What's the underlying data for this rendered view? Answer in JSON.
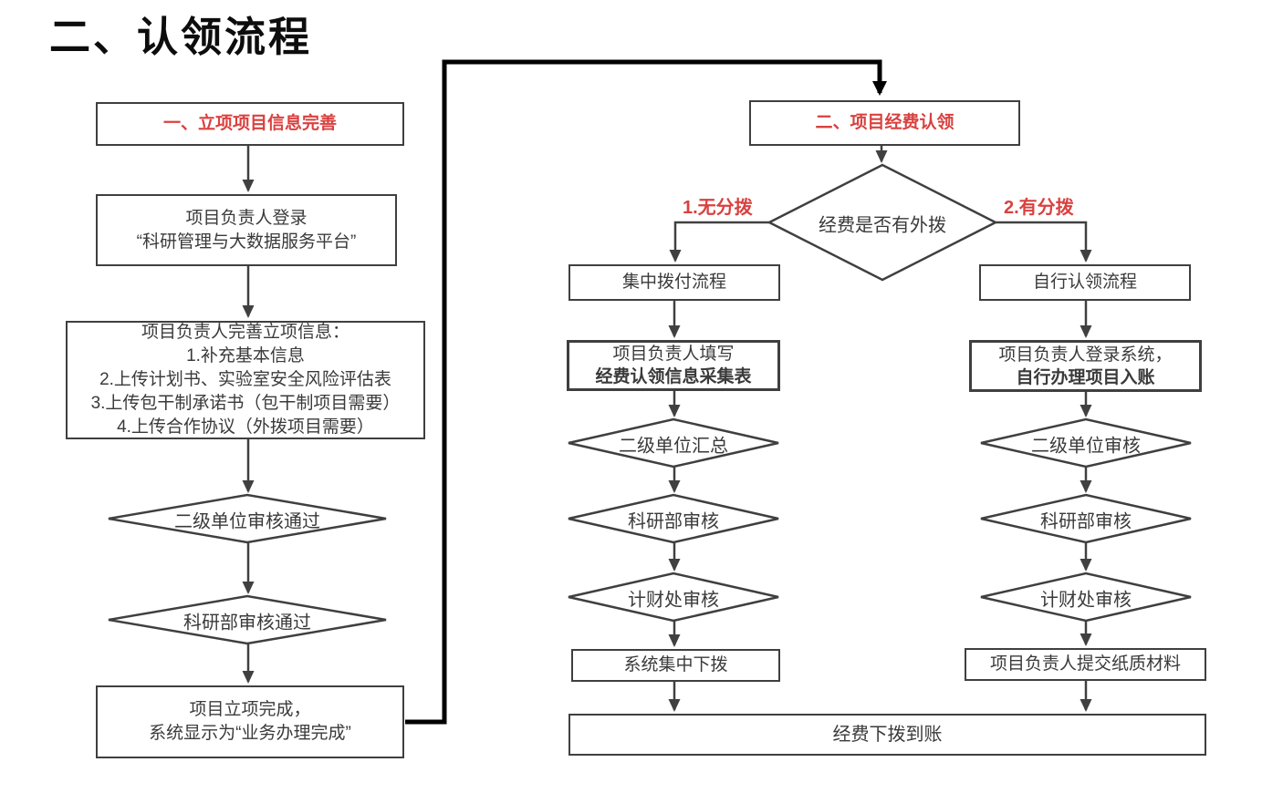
{
  "page_title": "二、认领流程",
  "colors": {
    "accent_red": "#d9413f",
    "line_gray": "#404040",
    "connector_black": "#000000",
    "text": "#3a3a3a",
    "background": "#ffffff"
  },
  "flow1": {
    "header": "一、立项项目信息完善",
    "login_box": [
      "项目负责人登录",
      "“科研管理与大数据服务平台”"
    ],
    "complete_box": [
      "项目负责人完善立项信息：",
      "1.补充基本信息",
      "2.上传计划书、实验室安全风险评估表",
      "3.上传包干制承诺书（包干制项目需要）",
      "4.上传合作协议（外拨项目需要）"
    ],
    "review_unit": "二级单位审核通过",
    "review_dept": "科研部审核通过",
    "done_box": [
      "项目立项完成，",
      "系统显示为“业务办理完成”"
    ]
  },
  "flow2": {
    "header": "二、项目经费认领",
    "decision": "经费是否有外拨",
    "branch_left_label": "1.无分拨",
    "branch_right_label": "2.有分拨",
    "central": {
      "start": "集中拨付流程",
      "fill_box": [
        "项目负责人填写",
        "经费认领信息采集表"
      ],
      "review_unit": "二级单位汇总",
      "review_dept": "科研部审核",
      "review_fin": "计财处审核",
      "dispatch": "系统集中下拨"
    },
    "selfclaim": {
      "start": "自行认领流程",
      "login_box": [
        "项目负责人登录系统，",
        "自行办理项目入账"
      ],
      "review_unit": "二级单位审核",
      "review_dept": "科研部审核",
      "review_fin": "计财处审核",
      "submit": "项目负责人提交纸质材料"
    },
    "end": "经费下拨到账"
  }
}
